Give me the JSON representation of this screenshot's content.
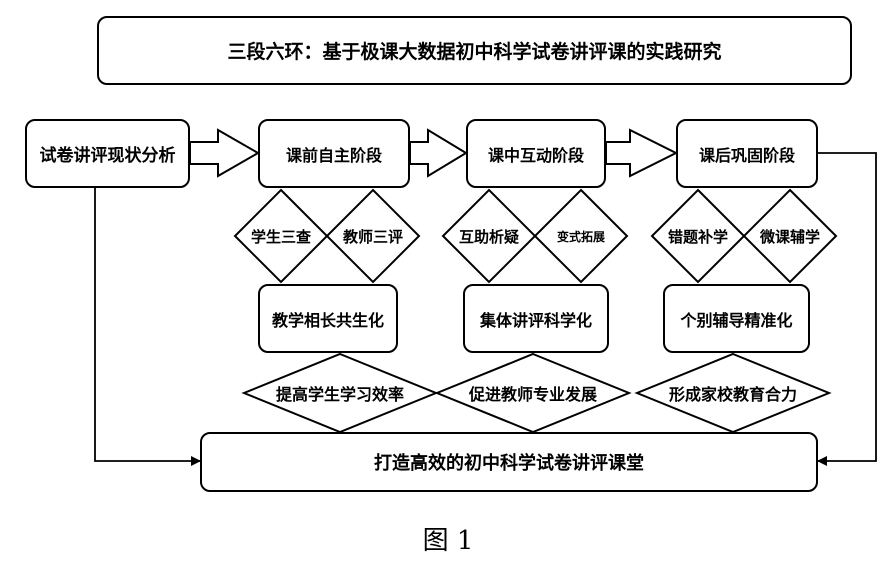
{
  "title": "三段六环：基于极课大数据初中科学试卷讲评课的实践研究",
  "start_box": "试卷讲评现状分析",
  "stages": [
    "课前自主阶段",
    "课中互动阶段",
    "课后巩固阶段"
  ],
  "stage_diamonds": [
    [
      "学生三查",
      "教师三评"
    ],
    [
      "互助析疑",
      "变式拓展"
    ],
    [
      "错题补学",
      "微课辅学"
    ]
  ],
  "stage_results": [
    "教学相长共生化",
    "集体讲评科学化",
    "个别辅导精准化"
  ],
  "outcomes": [
    "提高学生学习效率",
    "促进教师专业发展",
    "形成家校教育合力"
  ],
  "final_box": "打造高效的初中科学试卷讲评课堂",
  "caption": "图 1"
}
